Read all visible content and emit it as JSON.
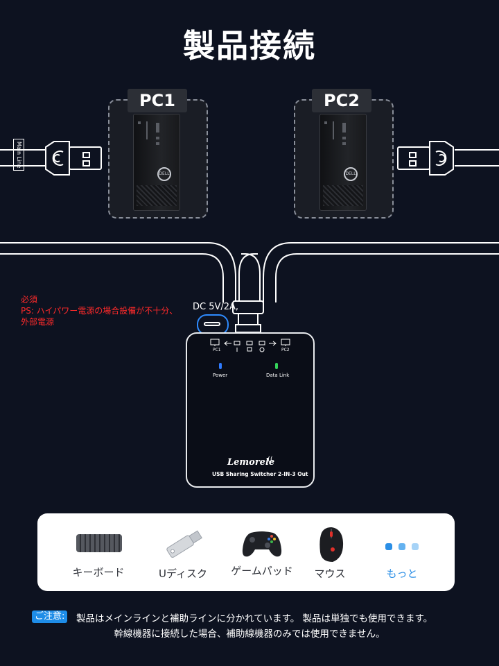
{
  "title": "製品接続",
  "pcs": [
    {
      "label": "PC1"
    },
    {
      "label": "PC2"
    }
  ],
  "tower_logo": "DELL",
  "main_line_label": "Main Line",
  "warning": {
    "line1": "必須",
    "line2": "PS: ハイパワー電源の場合設備が不十分、",
    "line3": "外部電源"
  },
  "dc_label": "DC 5V/2A,",
  "switch": {
    "port_pc1": "PC1",
    "port_pc2": "PC2",
    "power_label": "Power",
    "datalink_label": "Data Link",
    "brand": "Lemorele",
    "model": "USB Sharing Switcher 2-IN-3 Out",
    "power_led_color": "#2f7bff",
    "datalink_led_color": "#34d35a"
  },
  "devices": [
    {
      "label": "キーボード",
      "icon": "keyboard-icon"
    },
    {
      "label": "Uディスク",
      "icon": "usb-drive-icon"
    },
    {
      "label": "ゲームパッド",
      "icon": "gamepad-icon"
    },
    {
      "label": "マウス",
      "icon": "mouse-icon"
    },
    {
      "label": "もっと",
      "icon": "more-dots-icon"
    }
  ],
  "more_dot_colors": [
    "#2b8fe6",
    "#64b2f0",
    "#a6d3f7"
  ],
  "note": {
    "badge": "ご注意:",
    "line1": "製品はメインラインと補助ラインに分かれています。 製品は単独でも使用できます。",
    "line2": "幹線機器に接続した場合、補助線機器のみでは使用できません。"
  }
}
